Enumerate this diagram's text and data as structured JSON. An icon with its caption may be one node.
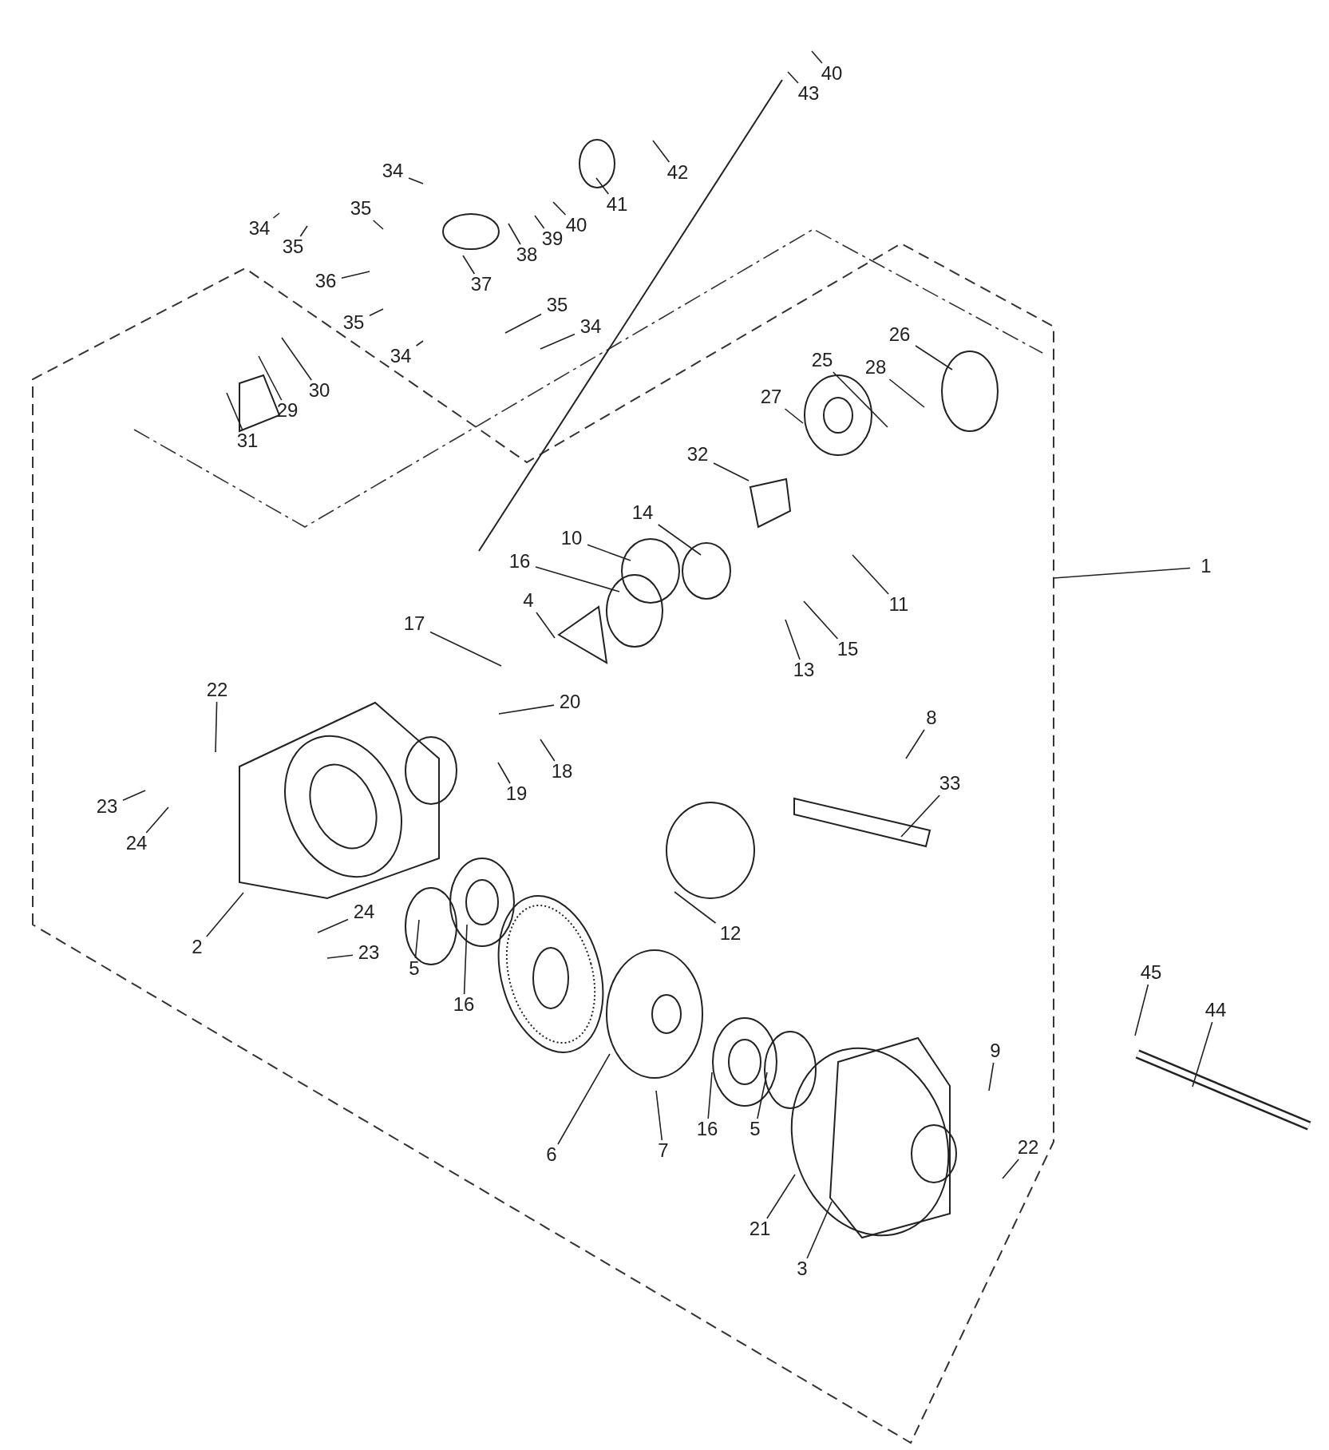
{
  "diagram": {
    "nodes": [
      {
        "text": [
          "40"
        ]
      },
      {
        "text": [
          "43"
        ]
      },
      {
        "text": [
          "42"
        ]
      },
      {
        "text": [
          "34"
        ]
      },
      {
        "text": [
          "41"
        ]
      },
      {
        "text": [
          "34"
        ]
      },
      {
        "text": [
          "35"
        ]
      },
      {
        "text": [
          "35"
        ]
      },
      {
        "text": [
          "40"
        ]
      },
      {
        "text": [
          "39"
        ]
      },
      {
        "text": [
          "38"
        ]
      },
      {
        "text": [
          "36"
        ]
      },
      {
        "text": [
          "37"
        ]
      },
      {
        "text": [
          "35"
        ]
      },
      {
        "text": [
          "35"
        ]
      },
      {
        "text": [
          "34"
        ]
      },
      {
        "text": [
          "34"
        ]
      },
      {
        "text": [
          "26"
        ]
      },
      {
        "text": [
          "30"
        ]
      },
      {
        "text": [
          "28"
        ]
      },
      {
        "text": [
          "25"
        ]
      },
      {
        "text": [
          "29"
        ]
      },
      {
        "text": [
          "27"
        ]
      },
      {
        "text": [
          "31"
        ]
      },
      {
        "text": [
          "32"
        ]
      },
      {
        "text": [
          "14"
        ]
      },
      {
        "text": [
          "10"
        ]
      },
      {
        "text": [
          "16"
        ]
      },
      {
        "text": [
          "1"
        ]
      },
      {
        "text": [
          "11"
        ]
      },
      {
        "text": [
          "4"
        ]
      },
      {
        "text": [
          "15"
        ]
      },
      {
        "text": [
          "17"
        ]
      },
      {
        "text": [
          "13"
        ]
      },
      {
        "text": [
          "22"
        ]
      },
      {
        "text": [
          "20"
        ]
      },
      {
        "text": [
          "8"
        ]
      },
      {
        "text": [
          "18"
        ]
      },
      {
        "text": [
          "33"
        ]
      },
      {
        "text": [
          "19"
        ]
      },
      {
        "text": [
          "23"
        ]
      },
      {
        "text": [
          "24"
        ]
      },
      {
        "text": [
          "12"
        ]
      },
      {
        "text": [
          "24"
        ]
      },
      {
        "text": [
          "2"
        ]
      },
      {
        "text": [
          "23"
        ]
      },
      {
        "text": [
          "5"
        ]
      },
      {
        "text": [
          "16"
        ]
      },
      {
        "text": [
          "45"
        ]
      },
      {
        "text": [
          "44"
        ]
      },
      {
        "text": [
          "9"
        ]
      },
      {
        "text": [
          "16"
        ]
      },
      {
        "text": [
          "5"
        ]
      },
      {
        "text": [
          "22"
        ]
      },
      {
        "text": [
          "7"
        ]
      },
      {
        "text": [
          "6"
        ]
      },
      {
        "text": [
          "21"
        ]
      },
      {
        "text": [
          "3"
        ]
      }
    ],
    "edges": [
      {
        "from": 0,
        "to": null,
        "arrow": "none"
      },
      {
        "from": 1,
        "to": null,
        "arrow": "none"
      },
      {
        "from": 2,
        "to": null,
        "arrow": "none"
      },
      {
        "from": 3,
        "to": null,
        "arrow": "none"
      },
      {
        "from": 4,
        "to": null,
        "arrow": "none"
      },
      {
        "from": 5,
        "to": null,
        "arrow": "none"
      },
      {
        "from": 6,
        "to": null,
        "arrow": "none"
      },
      {
        "from": 7,
        "to": null,
        "arrow": "none"
      },
      {
        "from": 8,
        "to": null,
        "arrow": "none"
      },
      {
        "from": 9,
        "to": null,
        "arrow": "none"
      },
      {
        "from": 10,
        "to": null,
        "arrow": "none"
      },
      {
        "from": 11,
        "to": null,
        "arrow": "none"
      },
      {
        "from": 12,
        "to": null,
        "arrow": "none"
      },
      {
        "from": 13,
        "to": null,
        "arrow": "none"
      },
      {
        "from": 14,
        "to": null,
        "arrow": "none"
      },
      {
        "from": 15,
        "to": null,
        "arrow": "none"
      },
      {
        "from": 16,
        "to": null,
        "arrow": "none"
      },
      {
        "from": 17,
        "to": null,
        "arrow": "none"
      },
      {
        "from": 18,
        "to": null,
        "arrow": "none"
      },
      {
        "from": 19,
        "to": null,
        "arrow": "none"
      },
      {
        "from": 20,
        "to": null,
        "arrow": "none"
      },
      {
        "from": 21,
        "to": null,
        "arrow": "none"
      },
      {
        "from": 22,
        "to": null,
        "arrow": "none"
      },
      {
        "from": 23,
        "to": null,
        "arrow": "none"
      },
      {
        "from": 24,
        "to": null,
        "arrow": "none"
      },
      {
        "from": 25,
        "to": null,
        "arrow": "none"
      },
      {
        "from": 26,
        "to": null,
        "arrow": "none"
      },
      {
        "from": 27,
        "to": null,
        "arrow": "none"
      },
      {
        "from": 28,
        "to": null,
        "arrow": "none"
      },
      {
        "from": 29,
        "to": null,
        "arrow": "none"
      },
      {
        "from": 30,
        "to": null,
        "arrow": "none"
      },
      {
        "from": 31,
        "to": null,
        "arrow": "none"
      },
      {
        "from": 32,
        "to": null,
        "arrow": "none"
      },
      {
        "from": 33,
        "to": null,
        "arrow": "none"
      },
      {
        "from": 34,
        "to": null,
        "arrow": "none"
      },
      {
        "from": 35,
        "to": null,
        "arrow": "none"
      },
      {
        "from": 36,
        "to": null,
        "arrow": "none"
      },
      {
        "from": 37,
        "to": null,
        "arrow": "none"
      },
      {
        "from": 38,
        "to": null,
        "arrow": "none"
      },
      {
        "from": 39,
        "to": null,
        "arrow": "none"
      },
      {
        "from": 40,
        "to": null,
        "arrow": "none"
      },
      {
        "from": 41,
        "to": null,
        "arrow": "none"
      },
      {
        "from": 42,
        "to": null,
        "arrow": "none"
      },
      {
        "from": 43,
        "to": null,
        "arrow": "none"
      },
      {
        "from": 44,
        "to": null,
        "arrow": "none"
      },
      {
        "from": 45,
        "to": null,
        "arrow": "none"
      },
      {
        "from": 46,
        "to": null,
        "arrow": "none"
      },
      {
        "from": 47,
        "to": null,
        "arrow": "none"
      },
      {
        "from": 48,
        "to": null,
        "arrow": "none"
      },
      {
        "from": 49,
        "to": null,
        "arrow": "none"
      },
      {
        "from": 50,
        "to": null,
        "arrow": "none"
      },
      {
        "from": 51,
        "to": null,
        "arrow": "none"
      },
      {
        "from": 52,
        "to": null,
        "arrow": "none"
      },
      {
        "from": 53,
        "to": null,
        "arrow": "none"
      },
      {
        "from": 54,
        "to": null,
        "arrow": "none"
      },
      {
        "from": 55,
        "to": null,
        "arrow": "none"
      },
      {
        "from": 56,
        "to": null,
        "arrow": "none"
      },
      {
        "from": 57,
        "to": null,
        "arrow": "none"
      }
    ]
  }
}
